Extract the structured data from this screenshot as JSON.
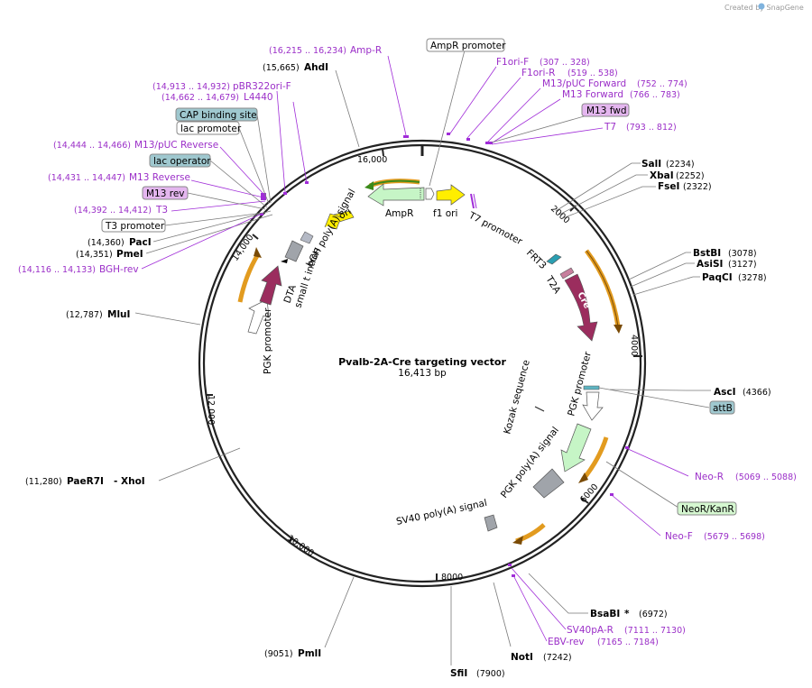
{
  "watermark": "Created by  SnapGene",
  "title": "Pvalb-2A-Cre targeting vector",
  "subtitle": "16,413 bp",
  "ticks": [
    "2000",
    "4000",
    "6000",
    "8000",
    "10,000",
    "12,000",
    "14,000",
    "16,000"
  ],
  "features": {
    "ori": "ori",
    "f1ori": "f1 ori",
    "ampr": "AmpR",
    "t7prom": "T7 promoter",
    "frt3": "FRT3",
    "t2a": "T2A",
    "cre": "Cre",
    "pgk_prom_r": "PGK promoter",
    "kozak": "Kozak sequence",
    "pgk_polya": "PGK poly(A) signal",
    "sv40_polya": "SV40 poly(A) signal",
    "pgk_prom_l": "PGK promoter",
    "dta": "DTA",
    "small_t": "small t intron",
    "bgh_polya": "bGH poly(A) signal"
  },
  "sites_right": [
    {
      "name": "SalI",
      "pos": "(2234)"
    },
    {
      "name": "XbaI",
      "pos": "(2252)"
    },
    {
      "name": "FseI",
      "pos": "(2322)"
    },
    {
      "name": "BstBI",
      "pos": "(3078)"
    },
    {
      "name": "AsiSI",
      "pos": "(3127)"
    },
    {
      "name": "PaqCI",
      "pos": "(3278)"
    },
    {
      "name": "AscI",
      "pos": "(4366)"
    },
    {
      "name": "BsaBI",
      "pos": "(6972)",
      "star": "*"
    },
    {
      "name": "NotI",
      "pos": "(7242)"
    },
    {
      "name": "SfiI",
      "pos": "(7900)"
    }
  ],
  "sites_left": [
    {
      "name": "AhdI",
      "pos": "(15,665)"
    },
    {
      "name": "PacI",
      "pos": "(14,360)"
    },
    {
      "name": "PmeI",
      "pos": "(14,351)"
    },
    {
      "name": "MluI",
      "pos": "(12,787)"
    },
    {
      "name": "PaeR7I",
      "pos": "(11,280)",
      "extra": "- XhoI"
    },
    {
      "name": "PmlI",
      "pos": "(9051)"
    }
  ],
  "primers": [
    {
      "name": "Amp-R",
      "range": "(16,215 .. 16,234)"
    },
    {
      "name": "F1ori-F",
      "range": "(307 .. 328)"
    },
    {
      "name": "F1ori-R",
      "range": "(519 .. 538)"
    },
    {
      "name": "M13/pUC Forward",
      "range": "(752 .. 774)"
    },
    {
      "name": "M13 Forward",
      "range": "(766 .. 783)"
    },
    {
      "name": "T7",
      "range": "(793 .. 812)"
    },
    {
      "name": "pBR322ori-F",
      "range": "(14,913 .. 14,932)"
    },
    {
      "name": "L4440",
      "range": "(14,662 .. 14,679)"
    },
    {
      "name": "M13/pUC Reverse",
      "range": "(14,444 .. 14,466)"
    },
    {
      "name": "M13 Reverse",
      "range": "(14,431 .. 14,447)"
    },
    {
      "name": "T3",
      "range": "(14,392 .. 14,412)"
    },
    {
      "name": "BGH-rev",
      "range": "(14,116 .. 14,133)"
    },
    {
      "name": "Neo-R",
      "range": "(5069 .. 5088)"
    },
    {
      "name": "Neo-F",
      "range": "(5679 .. 5698)"
    },
    {
      "name": "SV40pA-R",
      "range": "(7111 .. 7130)"
    },
    {
      "name": "EBV-rev",
      "range": "(7165 .. 7184)"
    }
  ],
  "boxes": {
    "ampr_promoter": "AmpR promoter",
    "m13_fwd": "M13 fwd",
    "cap_site": "CAP binding site",
    "lac_promoter": "lac promoter",
    "lac_operator": "lac operator",
    "m13_rev": "M13 rev",
    "t3_promoter": "T3 promoter",
    "attb": "attB",
    "neor": "NeoR/KanR"
  },
  "colors": {
    "backbone": "#222222",
    "primer": "#9b2fc8",
    "cre": "#9b2d5e",
    "promoter_fill": "#ffffff",
    "yellow": "#ffee00",
    "orange_arrow": "#e29b1f",
    "green_feature": "#c6f5c6",
    "grey_feature": "#a0a4aa",
    "box_blue": "#9fc8cf",
    "box_purple": "#e4b6ef",
    "box_green": "#d5f7d0"
  }
}
